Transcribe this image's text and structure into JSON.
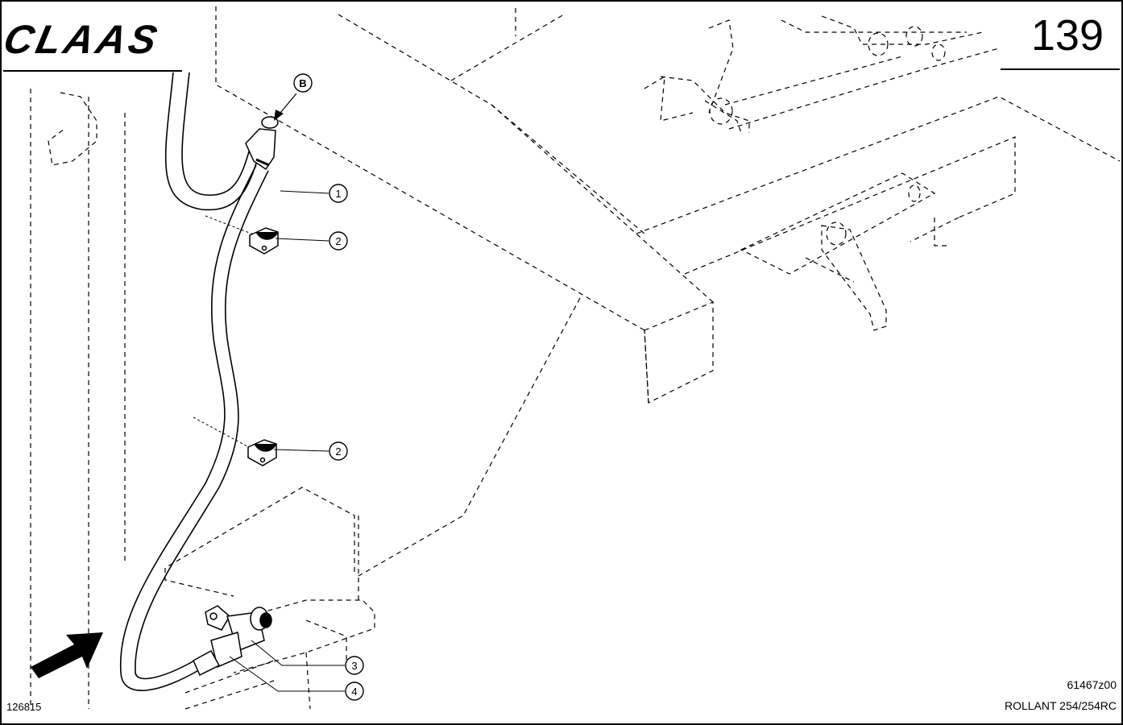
{
  "header": {
    "brand": "CLAAS",
    "page_number": "139"
  },
  "footer": {
    "ref_code": "61467z00",
    "model": "ROLLANT 254/254RC",
    "drawing_number": "126815"
  },
  "callouts": [
    {
      "id": "B",
      "label": "B"
    },
    {
      "id": "c1",
      "label": "1"
    },
    {
      "id": "c2a",
      "label": "2"
    },
    {
      "id": "c2b",
      "label": "2"
    },
    {
      "id": "c3",
      "label": "3"
    },
    {
      "id": "c4",
      "label": "4"
    }
  ]
}
